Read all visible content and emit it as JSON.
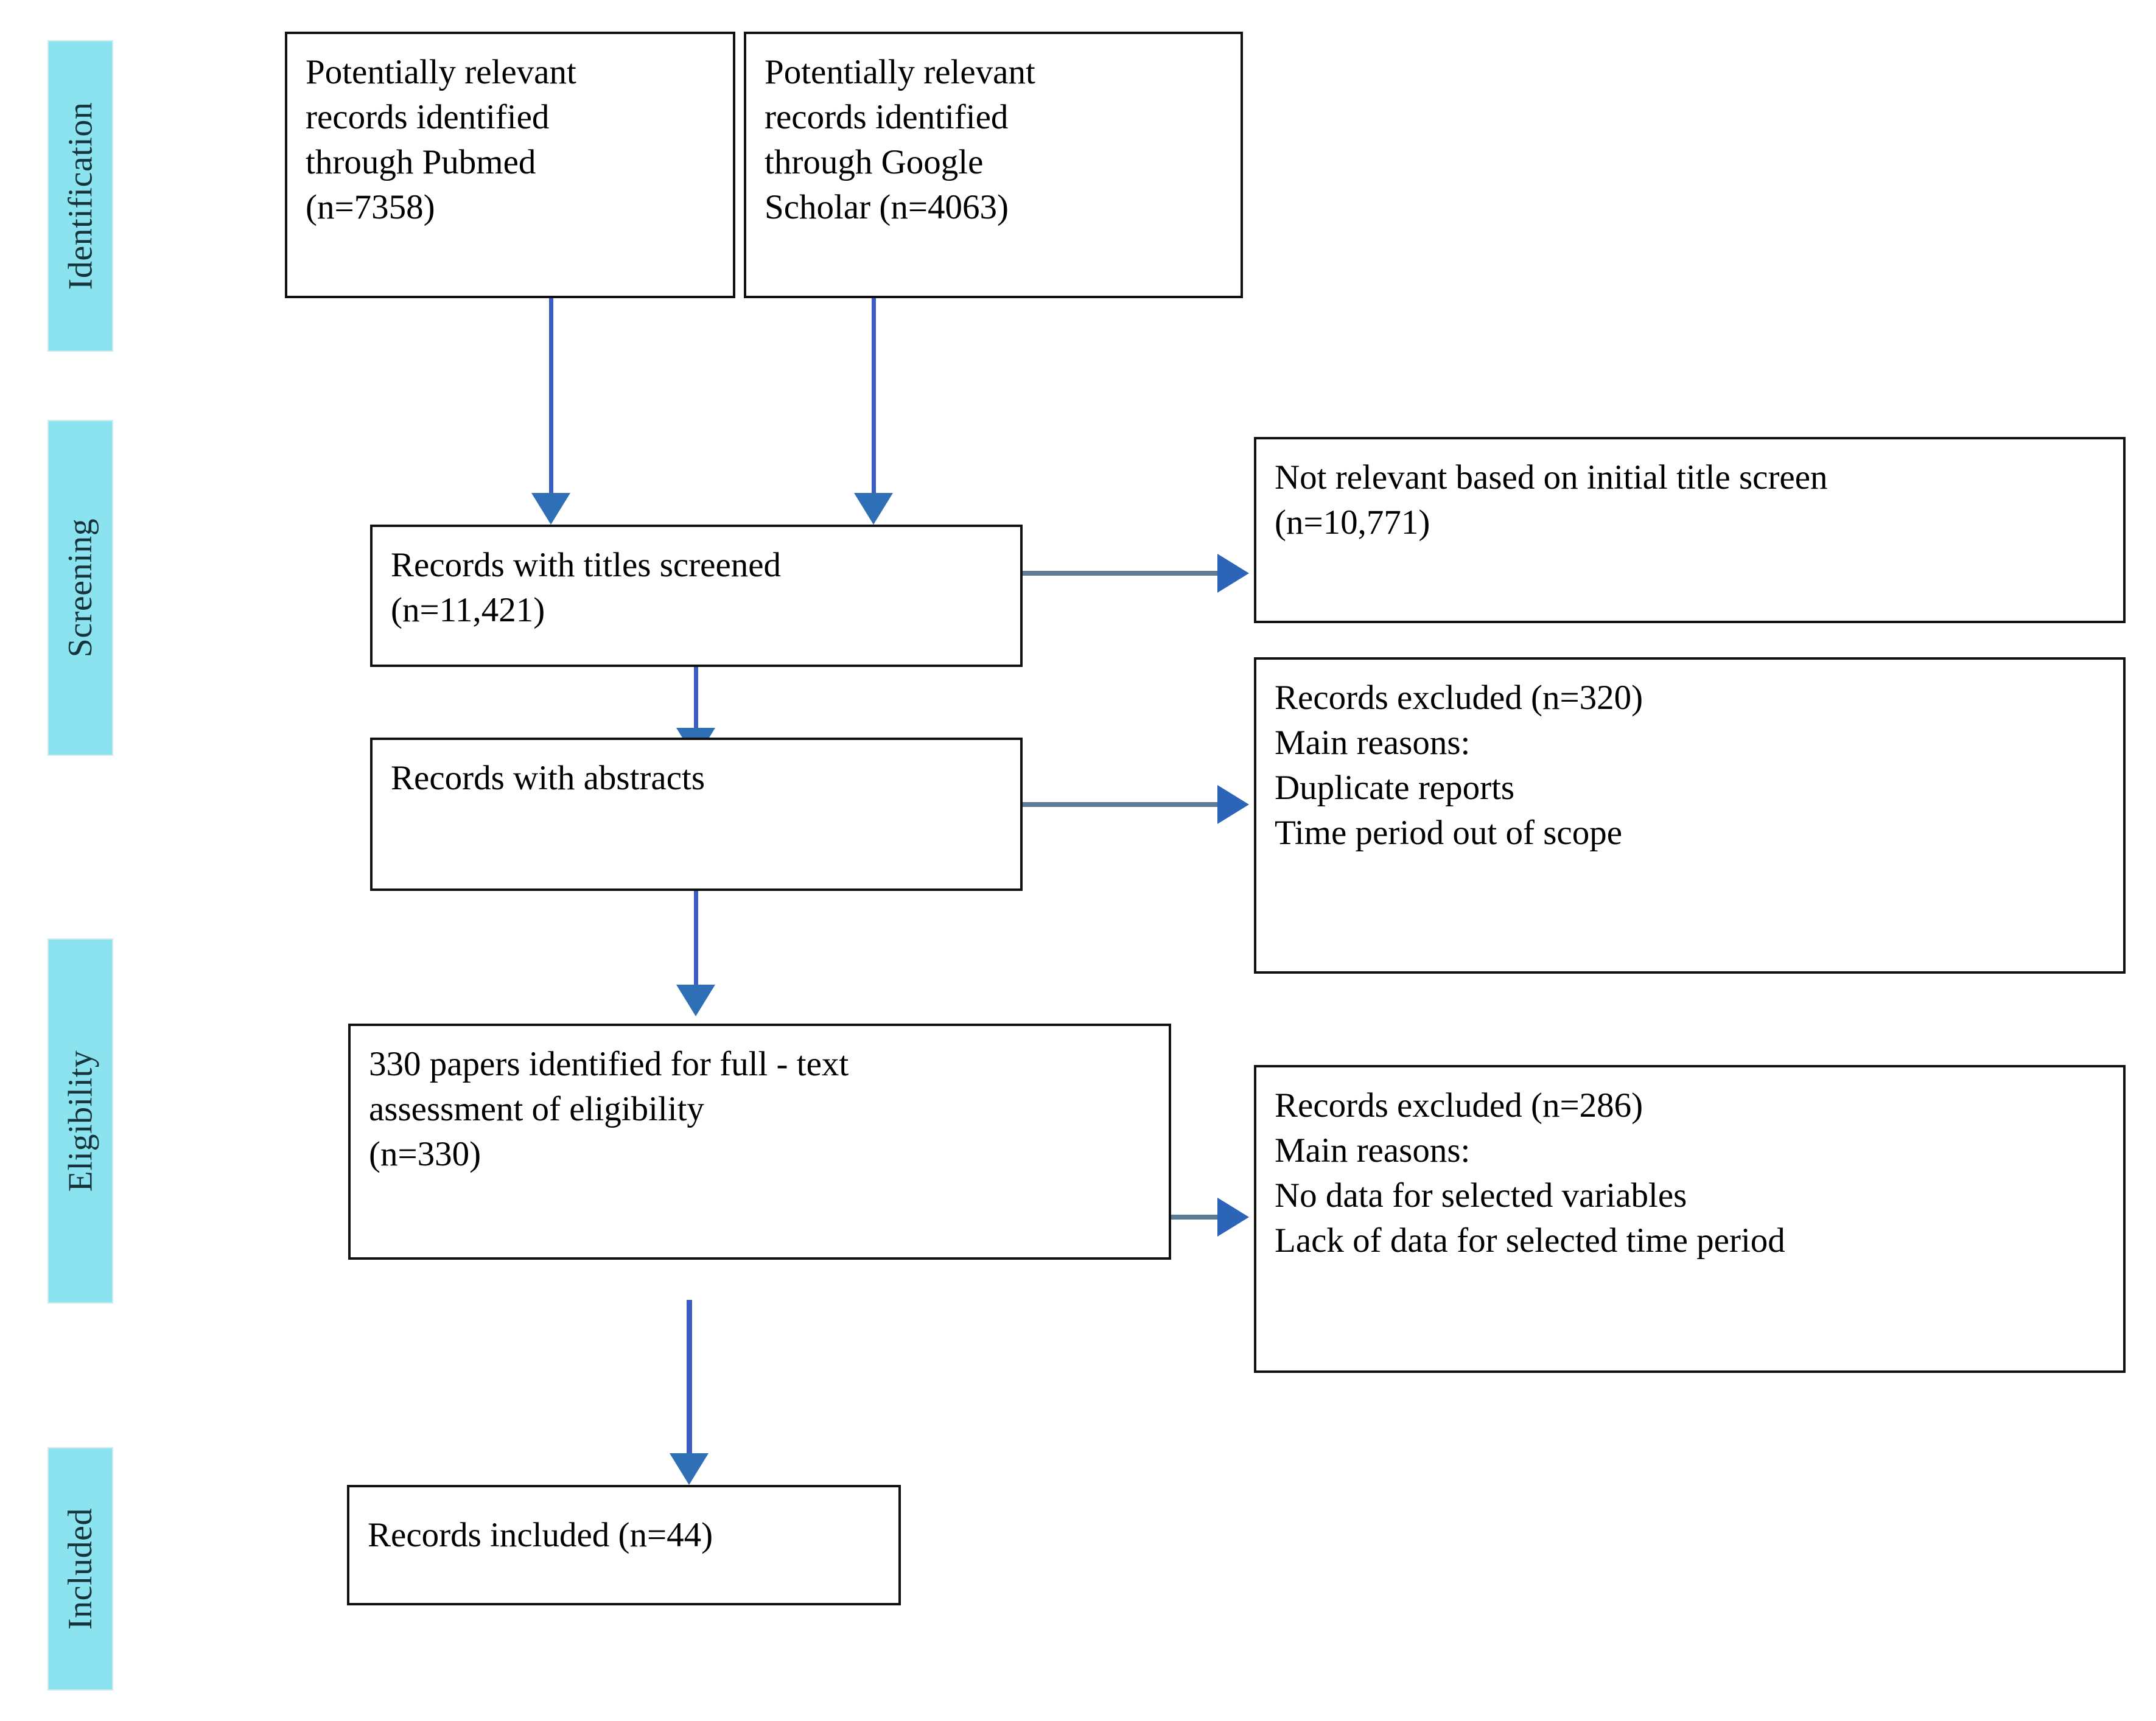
{
  "diagram": {
    "title": "PRISMA study selection flow diagram",
    "accent_cyan": "#8BE3F0",
    "arrow_blue": "#3C5EC4",
    "arrow_head_blue": "#2F6FB5",
    "horizontal_shaft": "#5D7B95",
    "box_border": "#111111"
  },
  "stages": [
    {
      "label": "Identification"
    },
    {
      "label": "Screening"
    },
    {
      "label": "Eligibility"
    },
    {
      "label": "Included"
    }
  ],
  "boxes": {
    "pubmed": {
      "text": "Potentially relevant\nrecords identified\nthrough Pubmed\n(n=7358)",
      "n": 7358,
      "source": "Pubmed"
    },
    "google_scholar": {
      "text": "Potentially relevant\nrecords identified\nthrough Google\nScholar (n=4063)",
      "n": 4063,
      "source": "Google Scholar"
    },
    "titles_screened": {
      "text": "Records with titles screened\n(n=11,421)",
      "n": 11421
    },
    "not_relevant": {
      "text": "Not relevant based on initial title screen\n(n=10,771)",
      "n": 10771
    },
    "abstracts": {
      "text": "Records with abstracts"
    },
    "excluded_320": {
      "heading": "Records excluded (n=320)",
      "reasons_label": "Main reasons",
      "reasons_colon": ":",
      "reasons": [
        "Duplicate reports",
        "Time period out of scope"
      ],
      "n": 320
    },
    "full_text": {
      "text": "330 papers identified for full - text\nassessment of eligibility\n(n=330)",
      "n": 330
    },
    "excluded_286": {
      "heading": "Records excluded (n=286)",
      "reasons_label": "Main reasons",
      "reasons_colon": ":",
      "reasons": [
        "No data for selected variables",
        "Lack of data for selected time period"
      ],
      "n": 286
    },
    "included": {
      "text": "Records included (n=44)",
      "n": 44
    }
  }
}
